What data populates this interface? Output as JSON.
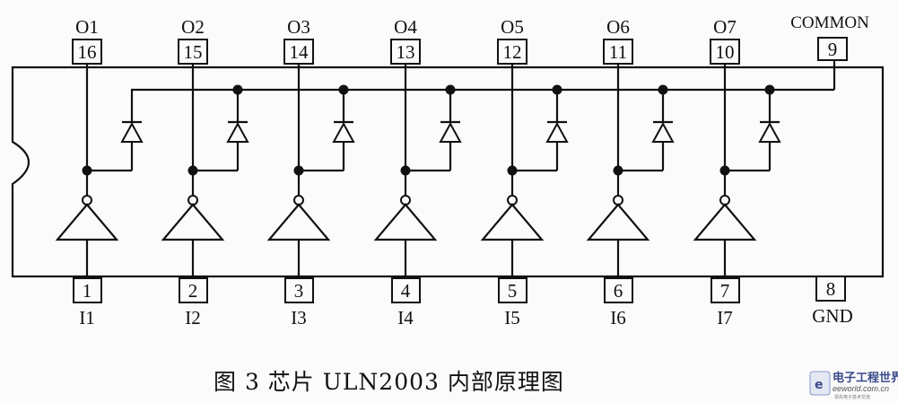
{
  "outputs": [
    {
      "label": "O1",
      "pin": "16"
    },
    {
      "label": "O2",
      "pin": "15"
    },
    {
      "label": "O3",
      "pin": "14"
    },
    {
      "label": "O4",
      "pin": "13"
    },
    {
      "label": "O5",
      "pin": "12"
    },
    {
      "label": "O6",
      "pin": "11"
    },
    {
      "label": "O7",
      "pin": "10"
    }
  ],
  "inputs": [
    {
      "label": "I1",
      "pin": "1"
    },
    {
      "label": "I2",
      "pin": "2"
    },
    {
      "label": "I3",
      "pin": "3"
    },
    {
      "label": "I4",
      "pin": "4"
    },
    {
      "label": "I5",
      "pin": "5"
    },
    {
      "label": "I6",
      "pin": "6"
    },
    {
      "label": "I7",
      "pin": "7"
    }
  ],
  "common": {
    "label": "COMMON",
    "pin": "9"
  },
  "ground": {
    "label": "GND",
    "pin": "8"
  },
  "caption": "图 3   芯片 ULN2003 内部原理图",
  "watermark": {
    "main": "电子工程世界",
    "sub": "eeworld.com.cn",
    "tiny": "领先电子技术交流"
  },
  "colors": {
    "ink": "#111111",
    "paper": "#fbfbfb",
    "logo": "#3a4a8a"
  }
}
